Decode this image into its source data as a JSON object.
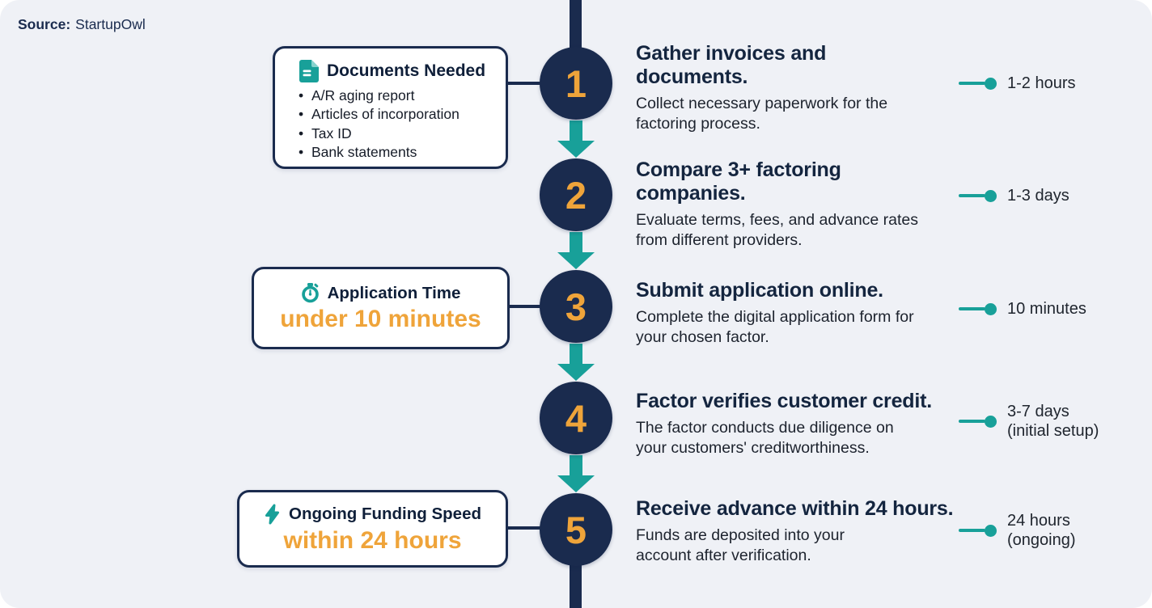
{
  "source": {
    "label": "Source:",
    "value": "StartupOwl"
  },
  "colors": {
    "background": "#eff1f6",
    "navy": "#1a2b4e",
    "teal": "#18a099",
    "orange": "#efa43a"
  },
  "callouts": {
    "documents": {
      "icon": "document-icon",
      "title": "Documents Needed",
      "items": [
        "A/R aging report",
        "Articles of incorporation",
        "Tax ID",
        "Bank statements"
      ]
    },
    "application_time": {
      "icon": "stopwatch-icon",
      "title": "Application Time",
      "value": "under 10 minutes"
    },
    "funding_speed": {
      "icon": "lightning-icon",
      "title": "Ongoing Funding Speed",
      "value": "within 24 hours"
    }
  },
  "steps": [
    {
      "number": "1",
      "title": "Gather invoices and\ndocuments.",
      "description": "Collect necessary paperwork for the\nfactoring process.",
      "duration": "1-2 hours"
    },
    {
      "number": "2",
      "title": "Compare 3+ factoring\ncompanies.",
      "description": "Evaluate terms, fees, and advance rates\nfrom different providers.",
      "duration": "1-3 days"
    },
    {
      "number": "3",
      "title": "Submit application online.",
      "description": "Complete the digital application form for\nyour chosen factor.",
      "duration": "10 minutes"
    },
    {
      "number": "4",
      "title": "Factor verifies customer credit.",
      "description": "The factor conducts due diligence on\nyour customers' creditworthiness.",
      "duration": "3-7 days\n(initial setup)"
    },
    {
      "number": "5",
      "title": "Receive advance within 24 hours.",
      "description": "Funds are deposited into your\naccount after verification.",
      "duration": "24 hours\n(ongoing)"
    }
  ]
}
